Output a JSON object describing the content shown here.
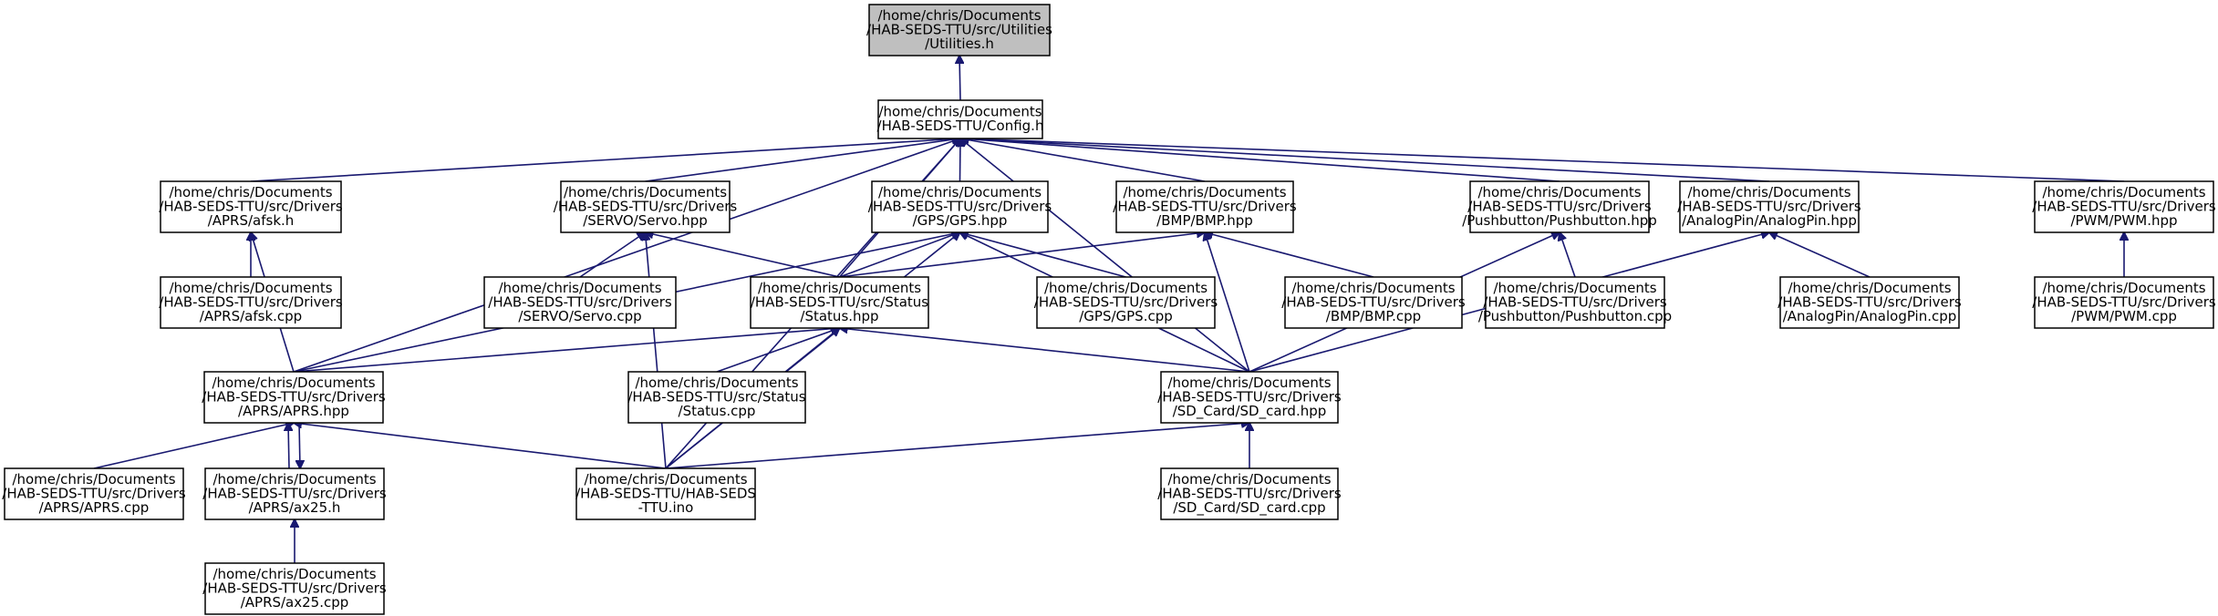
{
  "nodes": [
    {
      "id": "utilities_h",
      "lines": [
        "/home/chris/Documents",
        "/HAB-SEDS-TTU/src/Utilities",
        "/Utilities.h"
      ],
      "highlight": true
    },
    {
      "id": "config_h",
      "lines": [
        "/home/chris/Documents",
        "/HAB-SEDS-TTU/Config.h"
      ]
    },
    {
      "id": "afsk_h",
      "lines": [
        "/home/chris/Documents",
        "/HAB-SEDS-TTU/src/Drivers",
        "/APRS/afsk.h"
      ]
    },
    {
      "id": "servo_hpp",
      "lines": [
        "/home/chris/Documents",
        "/HAB-SEDS-TTU/src/Drivers",
        "/SERVO/Servo.hpp"
      ]
    },
    {
      "id": "gps_hpp",
      "lines": [
        "/home/chris/Documents",
        "/HAB-SEDS-TTU/src/Drivers",
        "/GPS/GPS.hpp"
      ]
    },
    {
      "id": "bmp_hpp",
      "lines": [
        "/home/chris/Documents",
        "/HAB-SEDS-TTU/src/Drivers",
        "/BMP/BMP.hpp"
      ]
    },
    {
      "id": "pushbutton_hpp",
      "lines": [
        "/home/chris/Documents",
        "/HAB-SEDS-TTU/src/Drivers",
        "/Pushbutton/Pushbutton.hpp"
      ]
    },
    {
      "id": "analogpin_hpp",
      "lines": [
        "/home/chris/Documents",
        "/HAB-SEDS-TTU/src/Drivers",
        "/AnalogPin/AnalogPin.hpp"
      ]
    },
    {
      "id": "pwm_hpp",
      "lines": [
        "/home/chris/Documents",
        "/HAB-SEDS-TTU/src/Drivers",
        "/PWM/PWM.hpp"
      ]
    },
    {
      "id": "afsk_cpp",
      "lines": [
        "/home/chris/Documents",
        "/HAB-SEDS-TTU/src/Drivers",
        "/APRS/afsk.cpp"
      ]
    },
    {
      "id": "servo_cpp",
      "lines": [
        "/home/chris/Documents",
        "/HAB-SEDS-TTU/src/Drivers",
        "/SERVO/Servo.cpp"
      ]
    },
    {
      "id": "status_hpp",
      "lines": [
        "/home/chris/Documents",
        "/HAB-SEDS-TTU/src/Status",
        "/Status.hpp"
      ]
    },
    {
      "id": "gps_cpp",
      "lines": [
        "/home/chris/Documents",
        "/HAB-SEDS-TTU/src/Drivers",
        "/GPS/GPS.cpp"
      ]
    },
    {
      "id": "bmp_cpp",
      "lines": [
        "/home/chris/Documents",
        "/HAB-SEDS-TTU/src/Drivers",
        "/BMP/BMP.cpp"
      ]
    },
    {
      "id": "pushbutton_cpp",
      "lines": [
        "/home/chris/Documents",
        "/HAB-SEDS-TTU/src/Drivers",
        "/Pushbutton/Pushbutton.cpp"
      ]
    },
    {
      "id": "analogpin_cpp",
      "lines": [
        "/home/chris/Documents",
        "/HAB-SEDS-TTU/src/Drivers",
        "/AnalogPin/AnalogPin.cpp"
      ]
    },
    {
      "id": "pwm_cpp",
      "lines": [
        "/home/chris/Documents",
        "/HAB-SEDS-TTU/src/Drivers",
        "/PWM/PWM.cpp"
      ]
    },
    {
      "id": "aprs_hpp",
      "lines": [
        "/home/chris/Documents",
        "/HAB-SEDS-TTU/src/Drivers",
        "/APRS/APRS.hpp"
      ]
    },
    {
      "id": "status_cpp",
      "lines": [
        "/home/chris/Documents",
        "/HAB-SEDS-TTU/src/Status",
        "/Status.cpp"
      ]
    },
    {
      "id": "sdcard_hpp",
      "lines": [
        "/home/chris/Documents",
        "/HAB-SEDS-TTU/src/Drivers",
        "/SD_Card/SD_card.hpp"
      ]
    },
    {
      "id": "aprs_cpp",
      "lines": [
        "/home/chris/Documents",
        "/HAB-SEDS-TTU/src/Drivers",
        "/APRS/APRS.cpp"
      ]
    },
    {
      "id": "ax25_h",
      "lines": [
        "/home/chris/Documents",
        "/HAB-SEDS-TTU/src/Drivers",
        "/APRS/ax25.h"
      ]
    },
    {
      "id": "habseds_ino",
      "lines": [
        "/home/chris/Documents",
        "/HAB-SEDS-TTU/HAB-SEDS",
        "-TTU.ino"
      ]
    },
    {
      "id": "sdcard_cpp",
      "lines": [
        "/home/chris/Documents",
        "/HAB-SEDS-TTU/src/Drivers",
        "/SD_Card/SD_card.cpp"
      ]
    },
    {
      "id": "ax25_cpp",
      "lines": [
        "/home/chris/Documents",
        "/HAB-SEDS-TTU/src/Drivers",
        "/APRS/ax25.cpp"
      ]
    }
  ],
  "edges": [
    {
      "from": "config_h",
      "to": "utilities_h"
    },
    {
      "from": "afsk_h",
      "to": "config_h"
    },
    {
      "from": "aprs_hpp",
      "to": "config_h"
    },
    {
      "from": "habseds_ino",
      "to": "config_h"
    },
    {
      "from": "servo_hpp",
      "to": "config_h"
    },
    {
      "from": "status_hpp",
      "to": "config_h"
    },
    {
      "from": "gps_hpp",
      "to": "config_h"
    },
    {
      "from": "bmp_hpp",
      "to": "config_h"
    },
    {
      "from": "pushbutton_hpp",
      "to": "config_h"
    },
    {
      "from": "analogpin_hpp",
      "to": "config_h"
    },
    {
      "from": "sdcard_hpp",
      "to": "config_h"
    },
    {
      "from": "pwm_hpp",
      "to": "config_h"
    },
    {
      "from": "afsk_cpp",
      "to": "afsk_h"
    },
    {
      "from": "aprs_hpp",
      "to": "afsk_h"
    },
    {
      "from": "servo_cpp",
      "to": "servo_hpp"
    },
    {
      "from": "status_hpp",
      "to": "servo_hpp"
    },
    {
      "from": "habseds_ino",
      "to": "servo_hpp"
    },
    {
      "from": "status_hpp",
      "to": "gps_hpp"
    },
    {
      "from": "gps_cpp",
      "to": "gps_hpp"
    },
    {
      "from": "aprs_hpp",
      "to": "gps_hpp"
    },
    {
      "from": "habseds_ino",
      "to": "gps_hpp"
    },
    {
      "from": "sdcard_hpp",
      "to": "gps_hpp"
    },
    {
      "from": "status_hpp",
      "to": "bmp_hpp"
    },
    {
      "from": "bmp_cpp",
      "to": "bmp_hpp"
    },
    {
      "from": "sdcard_hpp",
      "to": "bmp_hpp"
    },
    {
      "from": "pushbutton_cpp",
      "to": "pushbutton_hpp"
    },
    {
      "from": "sdcard_hpp",
      "to": "pushbutton_hpp"
    },
    {
      "from": "analogpin_cpp",
      "to": "analogpin_hpp"
    },
    {
      "from": "sdcard_hpp",
      "to": "analogpin_hpp"
    },
    {
      "from": "pwm_cpp",
      "to": "pwm_hpp"
    },
    {
      "from": "aprs_hpp",
      "to": "status_hpp"
    },
    {
      "from": "status_cpp",
      "to": "status_hpp"
    },
    {
      "from": "habseds_ino",
      "to": "status_hpp"
    },
    {
      "from": "sdcard_hpp",
      "to": "status_hpp"
    },
    {
      "from": "aprs_cpp",
      "to": "aprs_hpp"
    },
    {
      "from": "ax25_h",
      "to": "aprs_hpp"
    },
    {
      "from": "habseds_ino",
      "to": "aprs_hpp"
    },
    {
      "from": "aprs_hpp",
      "to": "ax25_h"
    },
    {
      "from": "ax25_cpp",
      "to": "ax25_h"
    },
    {
      "from": "habseds_ino",
      "to": "sdcard_hpp"
    },
    {
      "from": "sdcard_cpp",
      "to": "sdcard_hpp"
    }
  ],
  "colors": {
    "edge": "#191970",
    "highlight_fill": "#bfbfbf",
    "node_fill": "#ffffff",
    "node_border": "#000000"
  }
}
